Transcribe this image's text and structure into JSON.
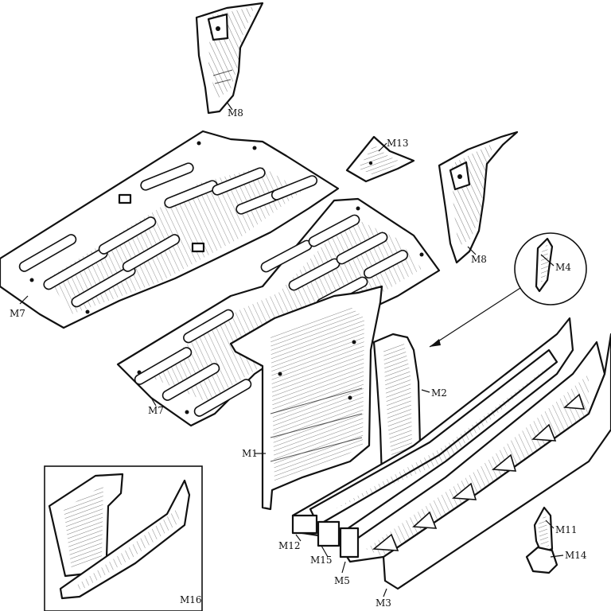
{
  "labels": {
    "m8_top": "M8",
    "m8_right": "M8",
    "m13": "M13",
    "m7_left": "M7",
    "m7_center": "M7",
    "m4": "M4",
    "m2": "M2",
    "m1": "M1",
    "m11": "M11",
    "m14": "M14",
    "m12": "M12",
    "m15": "M15",
    "m5": "M5",
    "m3": "M3",
    "m16": "M16"
  },
  "colors": {
    "ink": "#111111",
    "paper": "#ffffff"
  }
}
